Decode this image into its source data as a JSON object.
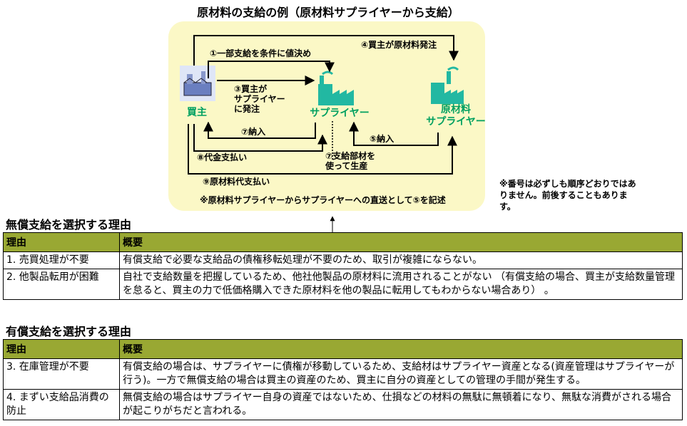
{
  "title": "原材料の支給の例（原材料サプライヤーから支給）",
  "diagram": {
    "nodes": {
      "buyer": "買主",
      "supplier": "サプライヤー",
      "material_supplier": "原材料\nサプライヤー"
    },
    "arrows": {
      "a1": "①一部支給を条件に値決め",
      "a3": "③買主が\nサプライヤー\nに発注",
      "a4": "④買主が原材料発注",
      "a5": "⑤納入",
      "a7_deliver": "⑦納入",
      "a7_produce": "⑦支給部材を\n使って生産",
      "a8": "⑧代金支払い",
      "a9": "⑨原材料代支払い"
    },
    "footnote": "※原材料サプライヤーからサプライヤーへの直送として⑤を記述"
  },
  "note": "※番号は必ずしも順序どおりではありません。前後することもあります。",
  "free_supply": {
    "title": "無償支給を選択する理由",
    "headers": [
      "理由",
      "概要"
    ],
    "rows": [
      [
        "1. 売買処理が不要",
        "有償支給で必要な支給品の債権移転処理が不要のため、取引が複雑にならない。"
      ],
      [
        "2. 他製品転用が困難",
        "自社で支給数量を把握しているため、他社他製品の原材料に流用されることがない （有償支給の場合、買主が支給数量管理を怠ると、買主の力で低価格購入できた原材料を他の製品に転用してもわからない場合あり） 。"
      ]
    ]
  },
  "paid_supply": {
    "title": "有償支給を選択する理由",
    "headers": [
      "理由",
      "概要"
    ],
    "rows": [
      [
        "3. 在庫管理が不要",
        "有償支給の場合は、サプライヤーに債権が移動しているため、支給材はサプライヤー資産となる(資産管理はサプライヤーが行う)。一方で無償支給の場合は買主の資産のため、買主に自分の資産としての管理の手間が発生する。"
      ],
      [
        "4. まずい支給品消費の防止",
        "無償支給の場合はサプライヤー自身の資産ではないため、仕損などの材料の無駄に無頓着になり、無駄な消費がされる場合が起こりがちだと言われる。"
      ]
    ]
  },
  "colors": {
    "header_bg": "#99a833",
    "panel_bg": "#fbf8c6",
    "node_text": "#00a060"
  }
}
